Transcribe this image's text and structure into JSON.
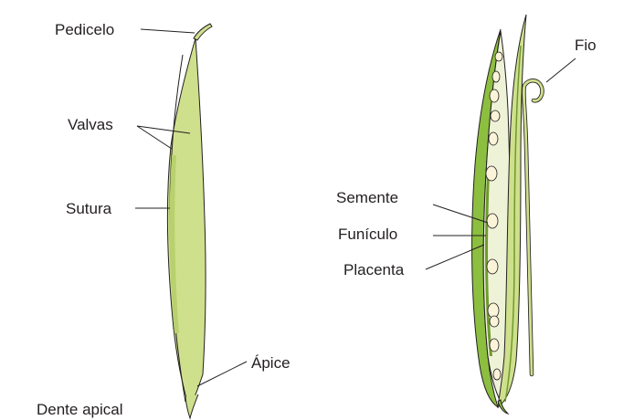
{
  "labels": {
    "pedicelo": "Pedicelo",
    "valvas": "Valvas",
    "sutura": "Sutura",
    "apice": "Ápice",
    "dente_apical": "Dente apical",
    "fio": "Fio",
    "semente": "Semente",
    "funiculo": "Funículo",
    "placenta": "Placenta"
  },
  "colors": {
    "pod_light": "#cfe08d",
    "pod_mid": "#b8d16e",
    "pod_dark": "#6f9a2c",
    "pod_green": "#8cbf3f",
    "interior": "#eef3d8",
    "seed": "#fbf4d9",
    "outline": "#231f20"
  },
  "seeds_count": 12
}
